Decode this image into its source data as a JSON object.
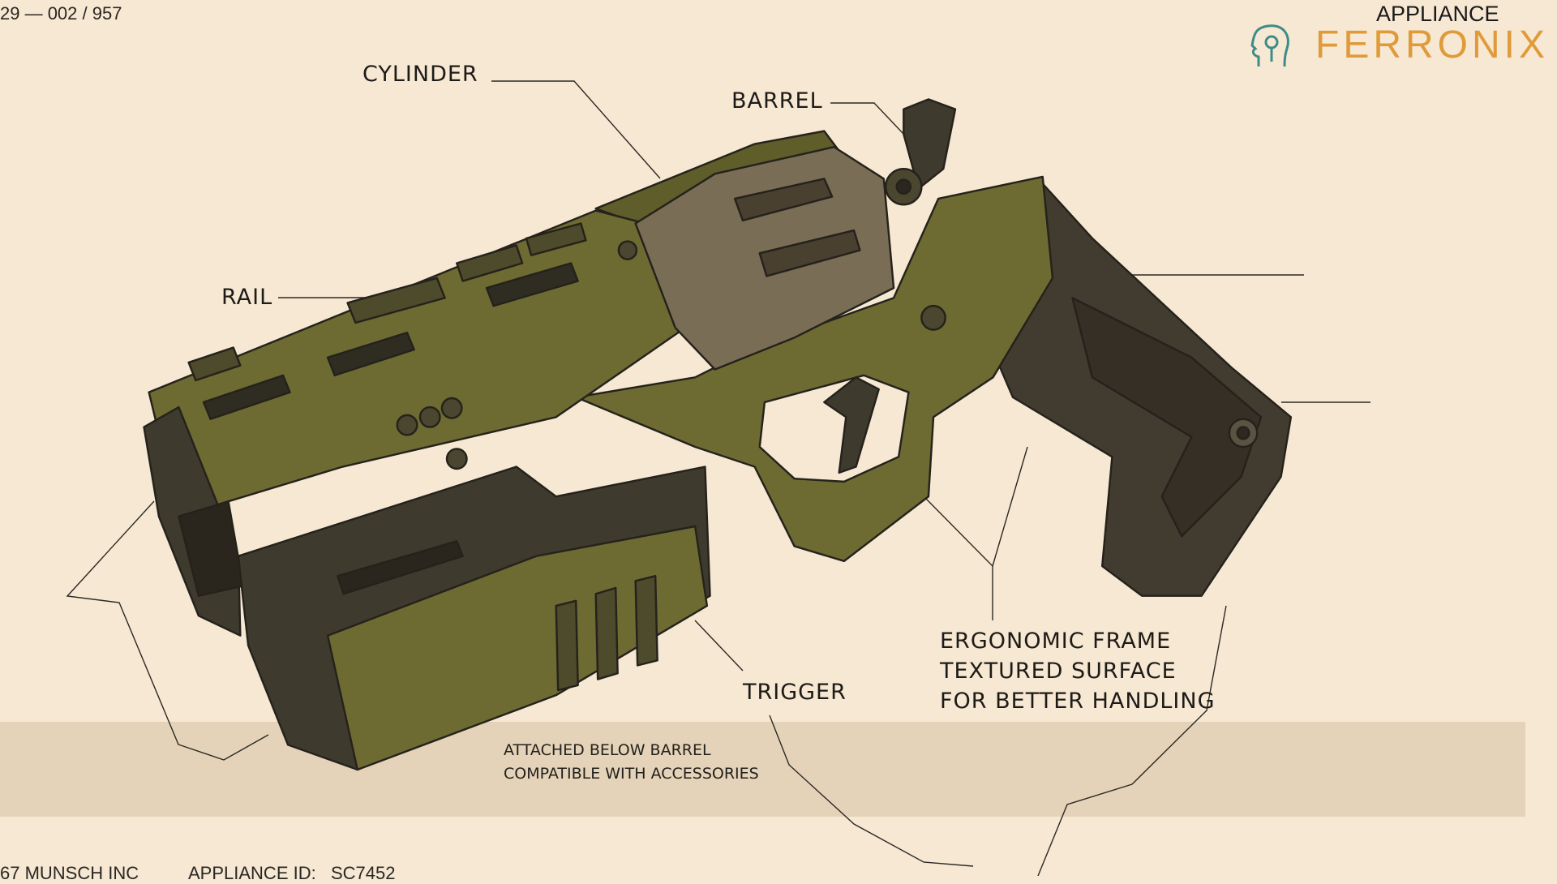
{
  "header": {
    "doc_number": "29 — 002 / 957"
  },
  "logo": {
    "top_text": "APPLIANCE",
    "brand": "FERRONIX",
    "icon": "head-circuit-icon",
    "brand_color": "#e09a3a",
    "icon_color": "#3e8c87"
  },
  "labels": {
    "cylinder": "CYLINDER",
    "barrel": "BARREL",
    "rail": "RAIL",
    "trigger": "TRIGGER",
    "frame": [
      "ERGONOMIC FRAME",
      "TEXTURED SURFACE",
      "FOR BETTER HANDLING"
    ]
  },
  "band_note": [
    "ATTACHED BELOW BARREL",
    "COMPATIBLE WITH ACCESSORIES"
  ],
  "footer": {
    "company": "67 MUNSCH INC",
    "id_label": "APPLIANCE ID:",
    "id_value": "SC7452"
  },
  "colors": {
    "paper": "#f6e8d2",
    "band": "#e4d3b8",
    "olive": "#6d6b32",
    "dark": "#3f3a2e",
    "steel": "#7a6d55"
  }
}
